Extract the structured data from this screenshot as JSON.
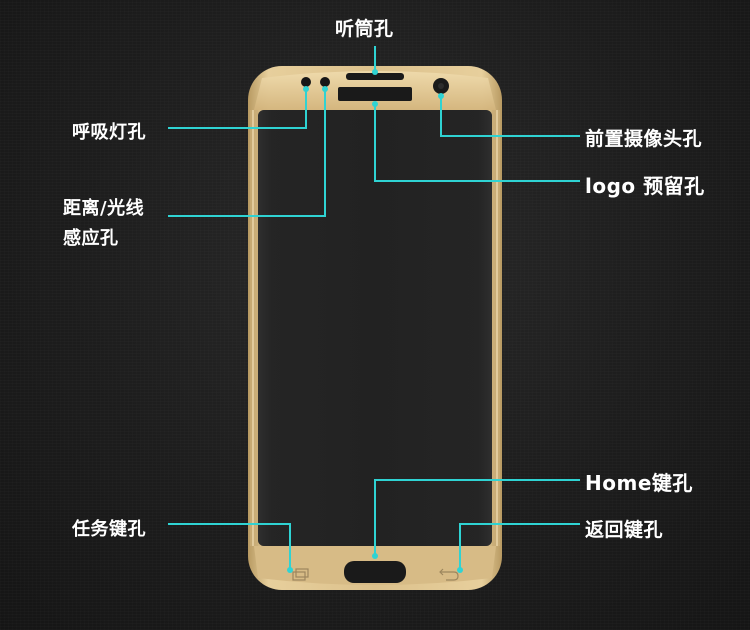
{
  "labels": {
    "earpiece": "听筒孔",
    "breathing_light": "呼吸灯孔",
    "sensor_line1": "距离/光线",
    "sensor_line2": "感应孔",
    "front_camera": "前置摄像头孔",
    "logo_hole": "logo 预留孔",
    "home_key": "Home键孔",
    "task_key": "任务键孔",
    "back_key": "返回键孔"
  },
  "colors": {
    "background": "#1b1b1b",
    "frame_gold": "#d9bd88",
    "leader_line": "#2fd3d3",
    "label_text": "#ffffff"
  }
}
